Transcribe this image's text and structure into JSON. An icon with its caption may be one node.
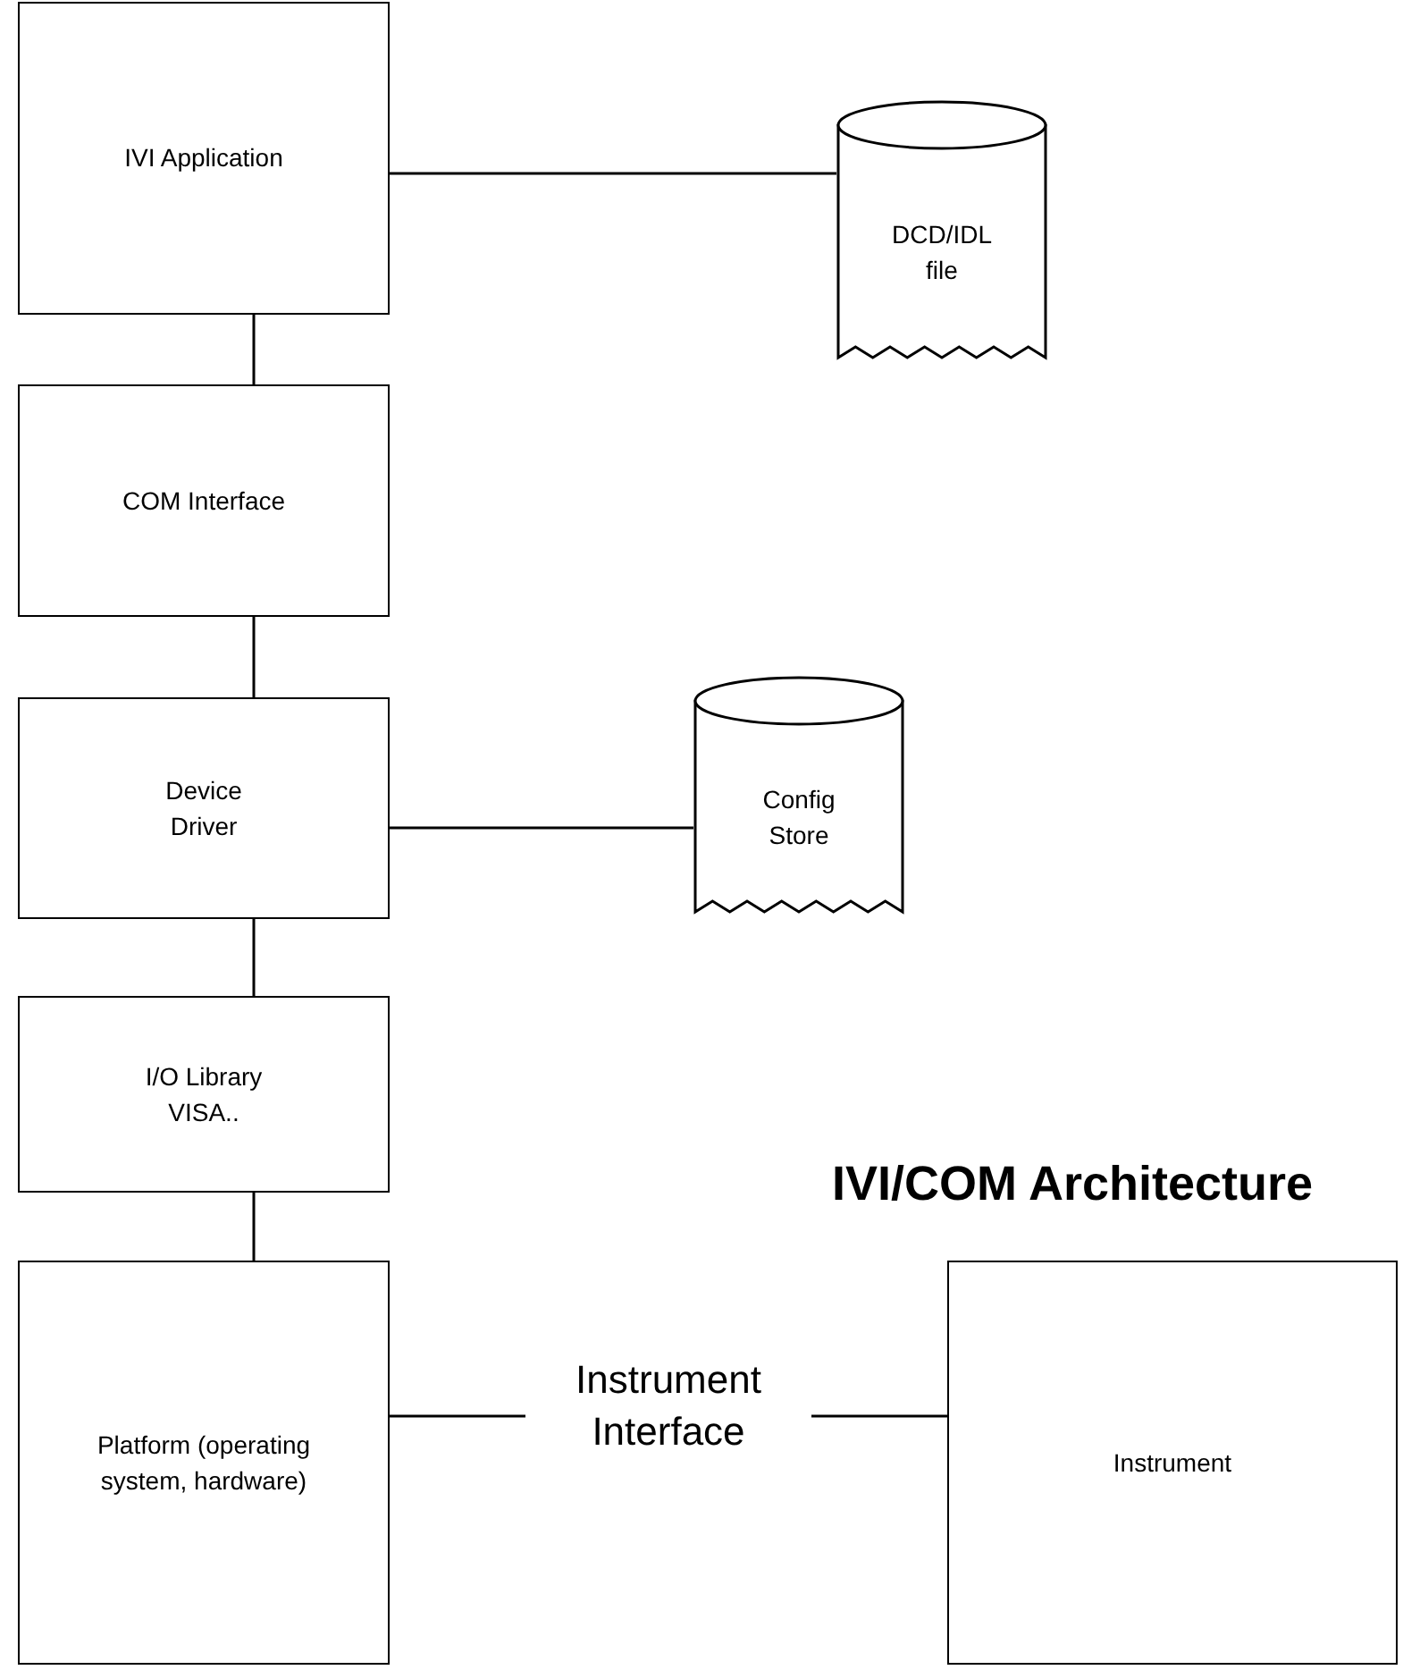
{
  "diagram": {
    "title": "IVI/COM Architecture",
    "nodes": [
      {
        "text": [
          "IVI Application"
        ]
      },
      {
        "text": [
          "DCD/IDL file"
        ]
      },
      {
        "text": [
          "COM Interface"
        ]
      },
      {
        "text": [
          "Device Driver"
        ]
      },
      {
        "text": [
          "Config Store"
        ]
      },
      {
        "text": [
          "I/O Library VISA.."
        ]
      },
      {
        "text": [
          "Platform (operating system, hardware)"
        ]
      },
      {
        "text": [
          "Instrument"
        ]
      }
    ],
    "edges": [
      {
        "from": 0,
        "to": 1,
        "arrow": "none"
      },
      {
        "from": 0,
        "to": 2,
        "arrow": "none"
      },
      {
        "from": 2,
        "to": 3,
        "arrow": "none"
      },
      {
        "from": 3,
        "to": 4,
        "arrow": "none"
      },
      {
        "from": 3,
        "to": 5,
        "arrow": "none"
      },
      {
        "from": 5,
        "to": 6,
        "arrow": "none"
      },
      {
        "from": 6,
        "to": 7,
        "arrow": "none",
        "label": "Instrument Interface"
      }
    ]
  }
}
